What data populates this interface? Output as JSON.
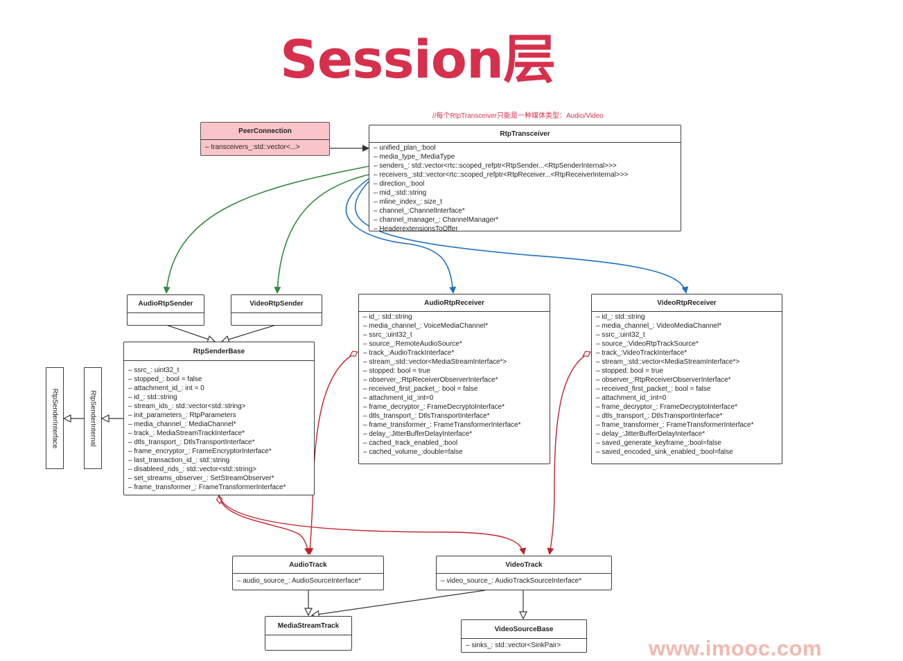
{
  "title": "Session层",
  "note": "//每个RtpTransceiver只能是一种媒体类型：Audio/Video",
  "watermark": "www.imooc.com",
  "colors": {
    "title": "#d6304c",
    "green_arrow": "#2e8b3a",
    "blue_arrow": "#1f6fbf",
    "red_arrow": "#c0202c",
    "peer_fill": "#f9c4ca"
  },
  "classes": {
    "peer_connection": {
      "name": "PeerConnection",
      "fields": [
        "– transceivers_:std::vector<...>"
      ]
    },
    "rtp_transceiver": {
      "name": "RtpTransceiver",
      "fields": [
        "– unified_plan_:bool",
        "– media_type_:MediaType",
        "– senders_: std::vector<rtc::scoped_refptr<RtpSender...<RtpSenderInternal>>>",
        "– receivers_:std::vector<rtc::scoped_refptr<RtpReceiver...<RtpReceiverInternal>>>",
        "– direction_:bool",
        "– mid_:std::string",
        "– mline_index_: size_t",
        "– channel_:ChannelInterface*",
        "– channel_manager_: ChannelManager*",
        "– HeaderextensionsToOffer"
      ]
    },
    "audio_rtp_sender": {
      "name": "AudioRtpSender"
    },
    "video_rtp_sender": {
      "name": "VideoRtpSender"
    },
    "rtp_sender_base": {
      "name": "RtpSenderBase",
      "fields": [
        "– ssrc_: uint32_t",
        "– stopped_: bool = false",
        "– attachment_id_: int  = 0",
        "– id_: std::string",
        "– stream_ids_: std::vector<std::string>",
        "– init_parameters_: RtpParameters",
        "– media_channel_: MediaChannel*",
        "– track_: MediaStreamTrackInterface*",
        "– dtls_transport_: DtlsTransportInterface*",
        "– frame_encryptor_: FrameEncryptorInterface*",
        "– last_transaction_id_: std::string",
        "– disableed_rids_: std::vector<std::string>",
        "– set_streams_observer_: SetStreamObserver*",
        "– frame_transformer_: FrameTransformerInterface*"
      ]
    },
    "rtp_sender_interface": {
      "name": "RtpSenderInterface"
    },
    "rtp_sender_internal": {
      "name": "RtpSenderInternal"
    },
    "audio_rtp_receiver": {
      "name": "AudioRtpReceiver",
      "fields": [
        "– id_: std::string",
        "– media_channel_: VoiceMediaChannel*",
        "– ssrc_:uint32_t",
        "– source_:RemoteAudioSource*",
        "– track_:AudioTrackInterface*",
        "– stream_:std::vector<MediaStreamInterface*>",
        "– stopped: bool = true",
        "– observer_:RtpReceiverObserverInterface*",
        "– received_first_packet_: bool = false",
        "– attachment_id_:int=0",
        "– frame_decryptor_: FrameDecryptoInterface*",
        "– dtls_transport_: DtlsTransportInterface*",
        "– frame_transformer_: FrameTransformerInterface*",
        "– delay_:JitterBufferDelayInterface*",
        "– cached_track_enabled_:bool",
        "– cached_volume_:double=false"
      ]
    },
    "video_rtp_receiver": {
      "name": "VideoRtpReceiver",
      "fields": [
        "– id_: std::string",
        "– media_channel_: VideoMediaChannel*",
        "– ssrc_:uint32_t",
        "– source_:VideoRtpTrackSource*",
        "– track_:VideoTrackInterface*",
        "– stream_:std::vector<MediaStreamInterface*>",
        "– stopped: bool = true",
        "– observer_:RtpReceiverObserverInterface*",
        "– received_first_packet_: bool = false",
        "– attachment_id_:int=0",
        "– frame_decryptor_: FrameDecryptoInterface*",
        "– dtls_transport_: DtlsTransportInterface*",
        "– frame_transformer_: FrameTransformerInterface*",
        "– delay_:JitterBufferDelayInterface*",
        "– saved_generate_keyframe_:bool=false",
        "– saved_encoded_sink_enabled_:bool=false"
      ]
    },
    "audio_track": {
      "name": "AudioTrack",
      "fields": [
        "– audio_source_: AudioSourceInterface*"
      ]
    },
    "video_track": {
      "name": "VideoTrack",
      "fields": [
        "– video_source_: AudioTrackSourceInterface*"
      ]
    },
    "media_stream_track": {
      "name": "MediaStreamTrack"
    },
    "video_source_base": {
      "name": "VideoSourceBase",
      "fields": [
        "– sinks_: std::vector<SinkPair>"
      ]
    }
  }
}
